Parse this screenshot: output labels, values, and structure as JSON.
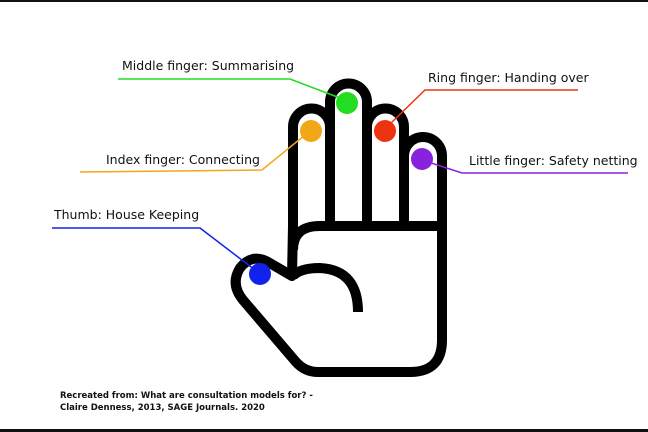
{
  "labels": {
    "middle": "Middle finger: Summarising",
    "ring": "Ring finger: Handing over",
    "index": "Index finger: Connecting",
    "little": "Little finger: Safety netting",
    "thumb": "Thumb: House Keeping"
  },
  "colors": {
    "middle": "#22dd22",
    "ring": "#ee3311",
    "index": "#f0a818",
    "little": "#8822dd",
    "thumb": "#1122ee"
  },
  "citation": {
    "line1": "Recreated from: What are consultation models for? -",
    "line2": "Claire Denness, 2013, SAGE Journals. 2020"
  }
}
